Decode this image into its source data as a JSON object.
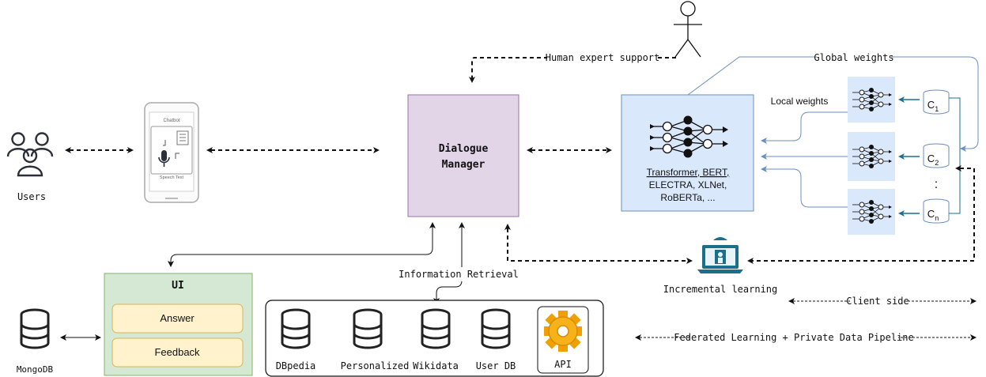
{
  "users": {
    "label": "Users"
  },
  "phone": {
    "title": "Chatbot",
    "caption": "Speech Text"
  },
  "dialogue_manager": {
    "line1": "Dialogue",
    "line2": "Manager"
  },
  "human_support": {
    "label": "Human expert support"
  },
  "global_weights": {
    "label": "Global weights"
  },
  "local_weights": {
    "label": "Local weights"
  },
  "model_box": {
    "line1": "Transformer, BERT,",
    "line2": "ELECTRA, XLNet,",
    "line3": "RoBERTa, ..."
  },
  "clients": [
    {
      "base": "C",
      "sub": "1"
    },
    {
      "base": "C",
      "sub": "2"
    },
    {
      "base": "C",
      "sub": "n"
    }
  ],
  "clients_ellipsis": ":",
  "incremental_learning": {
    "label": "Incremental learning"
  },
  "client_side": {
    "label": "Client side"
  },
  "federated": {
    "label": "Federated Learning + Private Data Pipeline"
  },
  "information_retrieval": {
    "label": "Information Retrieval"
  },
  "ui_panel": {
    "title": "UI",
    "answer": "Answer",
    "feedback": "Feedback"
  },
  "mongodb": {
    "label": "MongoDB"
  },
  "sources": [
    {
      "label": "DBpedia"
    },
    {
      "label": "Personalized"
    },
    {
      "label": "Wikidata"
    },
    {
      "label": "User DB"
    },
    {
      "label": "API"
    }
  ],
  "colors": {
    "dialogue_fill": "#e1d5e7",
    "dialogue_stroke": "#9673a6",
    "model_fill": "#dae8fc",
    "model_stroke": "#6c8ebf",
    "ui_fill": "#d5e8d4",
    "ui_stroke": "#82b366",
    "answer_fill": "#fff2cc",
    "answer_stroke": "#d6b656",
    "teal_arrow": "#1d6f8c",
    "blue_line": "#6c8ebf"
  }
}
